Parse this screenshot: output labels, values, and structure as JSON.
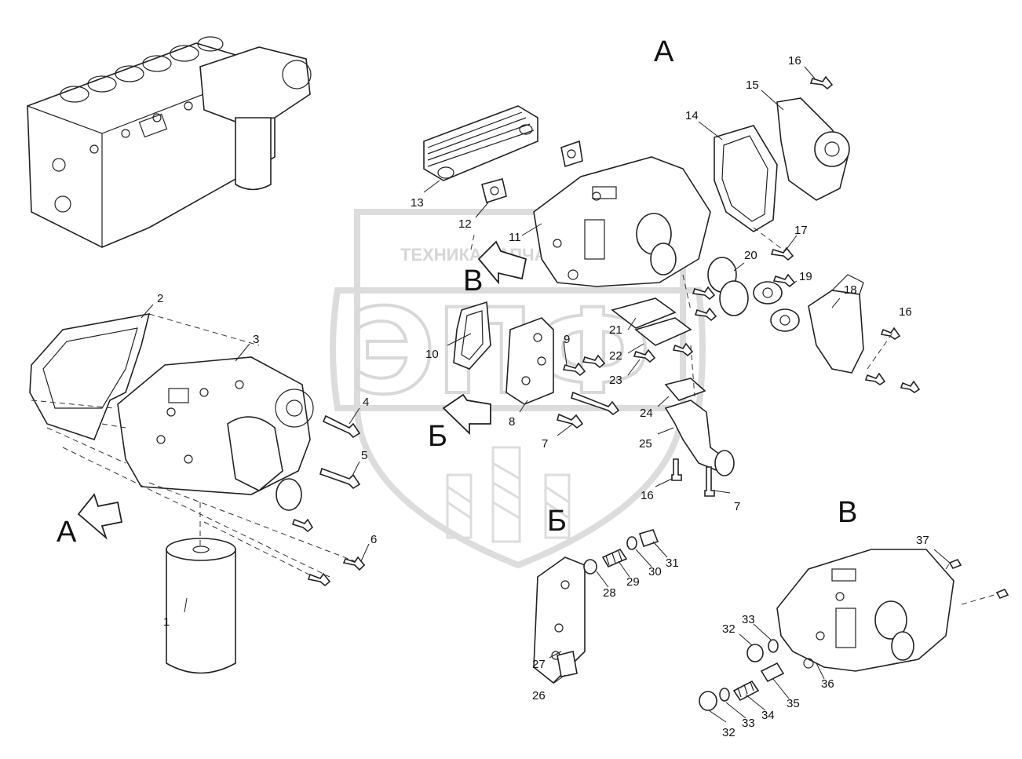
{
  "watermark": {
    "text": "ТЕХНИКА ЗАПЧАСТИ",
    "logo": "ЭПФ"
  },
  "view_letters": {
    "a_top": "A",
    "a_arrow": "A",
    "b_arrow": "Б",
    "b_detail": "Б",
    "v_arrow": "В",
    "v_detail": "В"
  },
  "callouts": [
    {
      "id": "c1",
      "text": "1"
    },
    {
      "id": "c2",
      "text": "2"
    },
    {
      "id": "c3",
      "text": "3"
    },
    {
      "id": "c4",
      "text": "4"
    },
    {
      "id": "c5",
      "text": "5"
    },
    {
      "id": "c6",
      "text": "6"
    },
    {
      "id": "c7a",
      "text": "7"
    },
    {
      "id": "c7b",
      "text": "7"
    },
    {
      "id": "c8",
      "text": "8"
    },
    {
      "id": "c9",
      "text": "9"
    },
    {
      "id": "c10",
      "text": "10"
    },
    {
      "id": "c11",
      "text": "11"
    },
    {
      "id": "c12",
      "text": "12"
    },
    {
      "id": "c13",
      "text": "13"
    },
    {
      "id": "c14",
      "text": "14"
    },
    {
      "id": "c15",
      "text": "15"
    },
    {
      "id": "c16a",
      "text": "16"
    },
    {
      "id": "c16b",
      "text": "16"
    },
    {
      "id": "c16c",
      "text": "16"
    },
    {
      "id": "c17",
      "text": "17"
    },
    {
      "id": "c18",
      "text": "18"
    },
    {
      "id": "c19",
      "text": "19"
    },
    {
      "id": "c20",
      "text": "20"
    },
    {
      "id": "c21",
      "text": "21"
    },
    {
      "id": "c22",
      "text": "22"
    },
    {
      "id": "c23",
      "text": "23"
    },
    {
      "id": "c24",
      "text": "24"
    },
    {
      "id": "c25",
      "text": "25"
    },
    {
      "id": "c26",
      "text": "26"
    },
    {
      "id": "c27",
      "text": "27"
    },
    {
      "id": "c28",
      "text": "28"
    },
    {
      "id": "c29",
      "text": "29"
    },
    {
      "id": "c30",
      "text": "30"
    },
    {
      "id": "c31",
      "text": "31"
    },
    {
      "id": "c32a",
      "text": "32"
    },
    {
      "id": "c32b",
      "text": "32"
    },
    {
      "id": "c33a",
      "text": "33"
    },
    {
      "id": "c33b",
      "text": "33"
    },
    {
      "id": "c34",
      "text": "34"
    },
    {
      "id": "c35",
      "text": "35"
    },
    {
      "id": "c36",
      "text": "36"
    },
    {
      "id": "c37",
      "text": "37"
    }
  ]
}
